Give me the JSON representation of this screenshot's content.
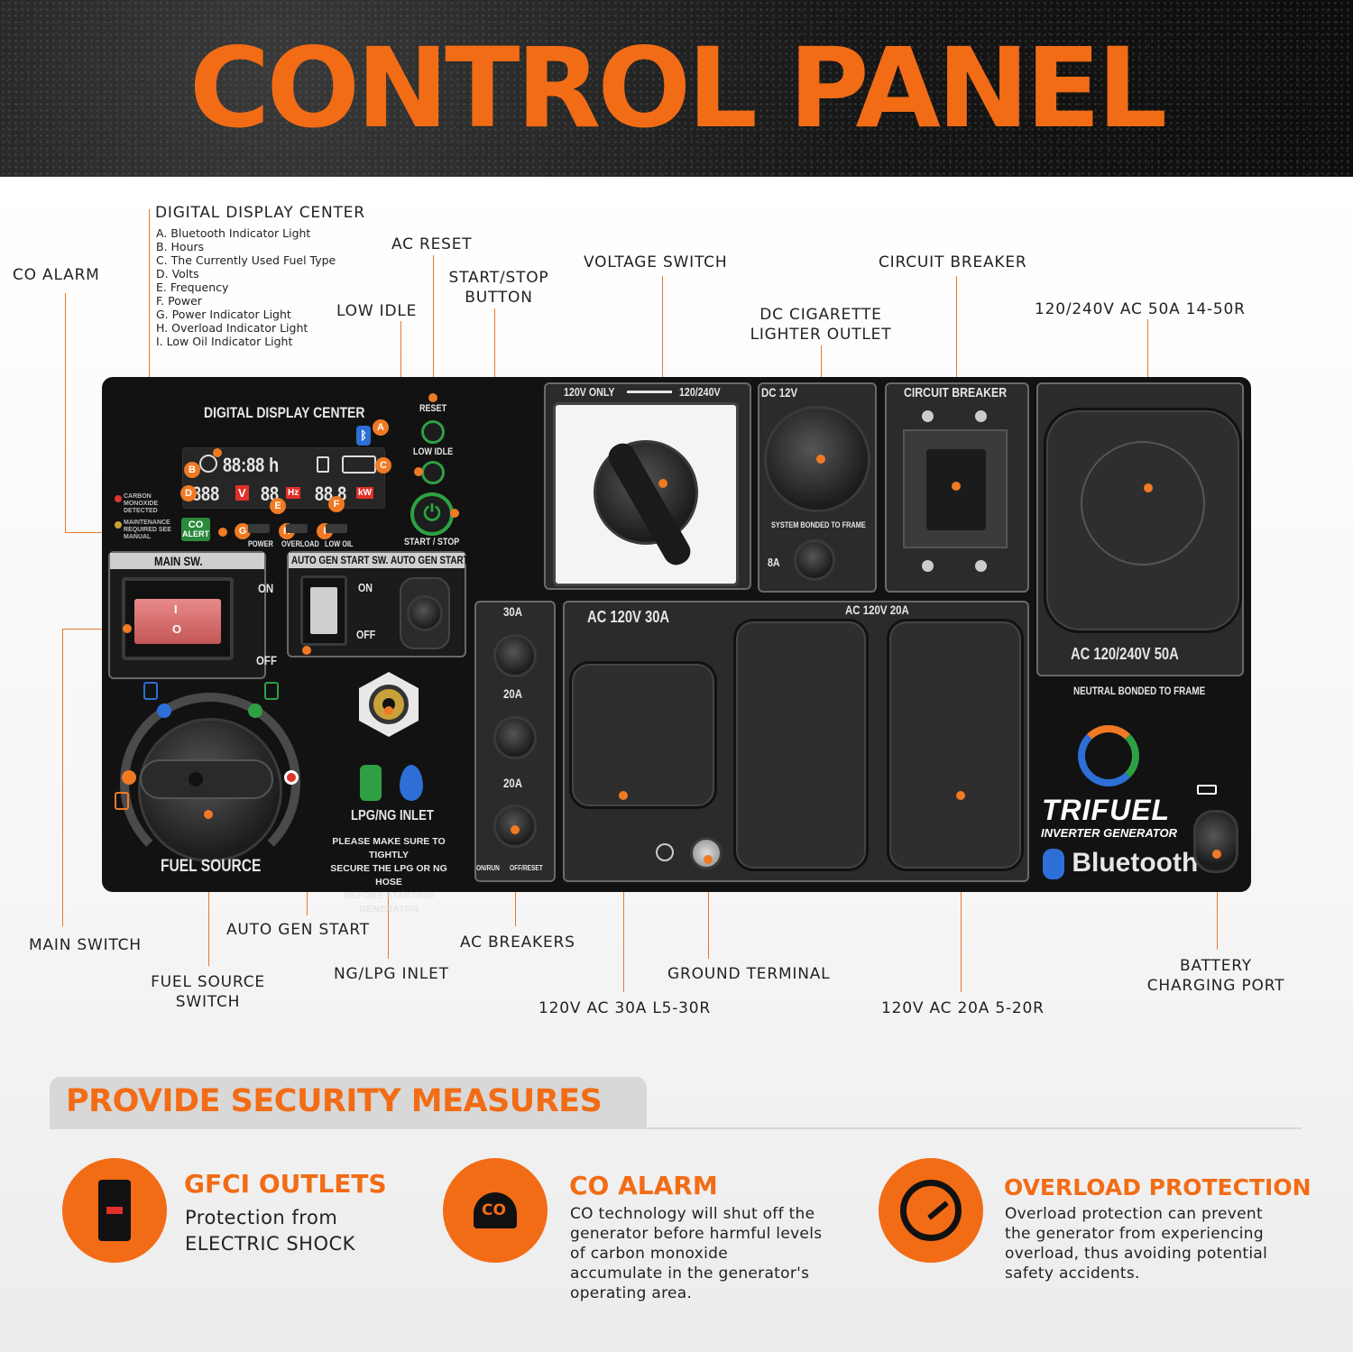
{
  "header": {
    "title": "CONTROL PANEL"
  },
  "callouts": {
    "digital_display_center": "DIGITAL DISPLAY CENTER",
    "display_items": [
      "A. Bluetooth Indicator Light",
      "B. Hours",
      "C. The Currently Used Fuel Type",
      "D. Volts",
      "E. Frequency",
      "F. Power",
      "G. Power Indicator Light",
      "H. Overload Indicator Light",
      "I. Low Oil Indicator Light"
    ],
    "co_alarm": "CO ALARM",
    "ac_reset": "AC RESET",
    "low_idle": "LOW IDLE",
    "start_stop_1": "START/STOP",
    "start_stop_2": "BUTTON",
    "voltage_switch": "VOLTAGE SWITCH",
    "circuit_breaker": "CIRCUIT BREAKER",
    "dc_cig_1": "DC CIGARETTE",
    "dc_cig_2": "LIGHTER OUTLET",
    "outlet_50a": "120/240V AC 50A 14-50R",
    "main_switch": "MAIN SWITCH",
    "auto_gen_start": "AUTO GEN START",
    "fuel_source_1": "FUEL SOURCE",
    "fuel_source_2": "SWITCH",
    "ng_lpg_inlet": "NG/LPG INLET",
    "ac_breakers": "AC BREAKERS",
    "ground_terminal": "GROUND TERMINAL",
    "outlet_30a": "120V AC 30A L5-30R",
    "outlet_20a": "120V AC 20A 5-20R",
    "battery_1": "BATTERY",
    "battery_2": "CHARGING PORT"
  },
  "panel": {
    "display_title": "DIGITAL DISPLAY CENTER",
    "hours_readout": "88:88 h",
    "volts_readout": "888",
    "volts_unit": "V",
    "freq_readout": "88",
    "freq_unit": "Hz",
    "power_readout": "88.8",
    "power_unit": "kW",
    "reset_label": "RESET",
    "low_idle_label": "LOW IDLE",
    "start_stop_label": "START / STOP",
    "co_text_1": "CARBON",
    "co_text_2": "MONOXIDE",
    "co_text_3": "DETECTED",
    "maint_text_1": "MAINTENANCE",
    "maint_text_2": "REQUIRED SEE",
    "maint_text_3": "MANUAL",
    "co_alert_1": "CO",
    "co_alert_2": "ALERT",
    "power_ind": "POWER",
    "overload_ind": "OVERLOAD",
    "low_oil_ind": "LOW OIL",
    "main_sw_title": "MAIN SW.",
    "on": "ON",
    "off": "OFF",
    "rocker_on": "I",
    "rocker_off": "O",
    "auto_gen_sw": "AUTO GEN START SW.",
    "auto_gen_start": "AUTO GEN START",
    "fuel_source": "FUEL SOURCE",
    "lpg_inlet": "LPG/NG INLET",
    "lpg_warn_1": "PLEASE MAKE SURE TO TIGHTLY",
    "lpg_warn_2": "SECURE THE LPG OR NG HOSE",
    "lpg_warn_3": "BEFORE STARTING GENERATOR",
    "v120_only": "120V ONLY",
    "v120_240": "120/240V",
    "dc12": "DC 12V",
    "system_bonded": "SYSTEM BONDED TO FRAME",
    "dc_8a": "8A",
    "cb_title": "CIRCUIT BREAKER",
    "br_30a": "30A",
    "br_20a_1": "20A",
    "br_20a_2": "20A",
    "br_on_run": "ON/RUN",
    "br_off_reset": "OFF/RESET",
    "ac30_title": "AC 120V 30A",
    "ac20_title": "AC 120V 20A",
    "ac50_title": "AC 120/240V 50A",
    "neutral_bonded": "NEUTRAL BONDED TO FRAME",
    "brand": "TRIFUEL",
    "brand_sub": "INVERTER GENERATOR",
    "bluetooth": "Bluetooth",
    "dot_letters": [
      "A",
      "B",
      "C",
      "D",
      "E",
      "F",
      "G",
      "H",
      "I"
    ]
  },
  "security": {
    "title": "PROVIDE SECURITY MEASURES",
    "features": [
      {
        "title": "GFCI OUTLETS",
        "body_1": "Protection from",
        "body_2": "ELECTRIC SHOCK",
        "icon": "gfci-outlet-icon"
      },
      {
        "title": "CO ALARM",
        "body_1": "CO technology will shut off the",
        "body_2": "generator before harmful levels",
        "body_3": "of carbon monoxide",
        "body_4": "accumulate in the generator's",
        "body_5": "operating area.",
        "icon": "co-alarm-icon",
        "icon_text": "CO"
      },
      {
        "title": "OVERLOAD PROTECTION",
        "body_1": "Overload protection can prevent",
        "body_2": "the generator from experiencing",
        "body_3": "overload, thus avoiding potential",
        "body_4": "safety accidents.",
        "icon": "gauge-icon"
      }
    ]
  },
  "colors": {
    "accent": "#f26c16",
    "panel": "#121212",
    "line": "#e47a2e",
    "green": "#2ea043"
  }
}
